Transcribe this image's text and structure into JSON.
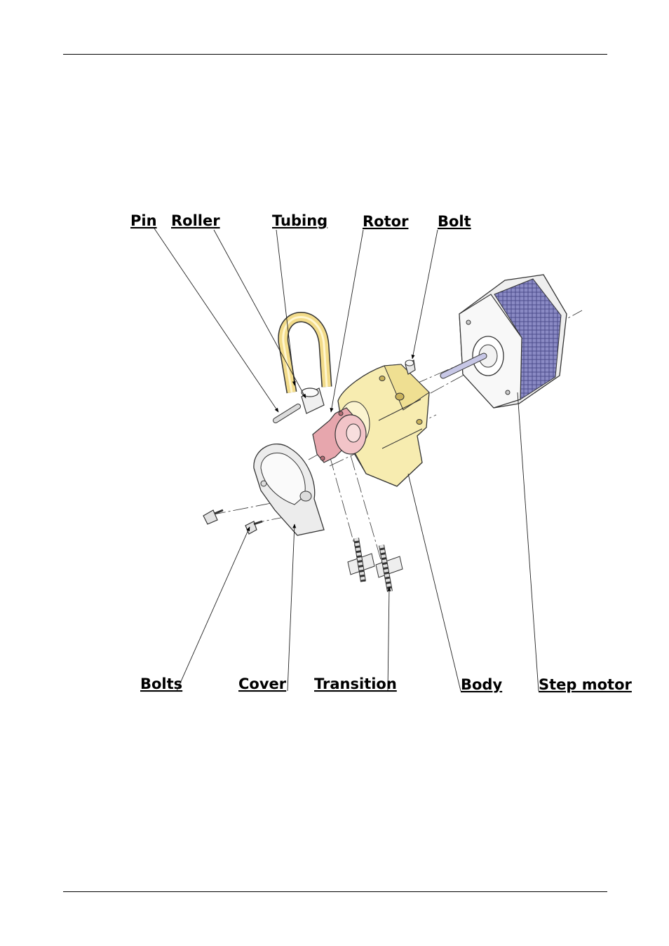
{
  "labels": {
    "pin": "Pin",
    "roller": "Roller",
    "tubing": "Tubing",
    "rotor": "Rotor",
    "bolt": "Bolt",
    "bolts": "Bolts",
    "cover": "Cover",
    "transition": "Transition",
    "body": "Body",
    "step_motor": "Step motor"
  },
  "colors": {
    "tubing": "#f3dc8a",
    "body": "#f7ecb0",
    "rotor": "#e7a6ad",
    "motor_coil": "#7878b8",
    "cover": "#eeeeee"
  }
}
